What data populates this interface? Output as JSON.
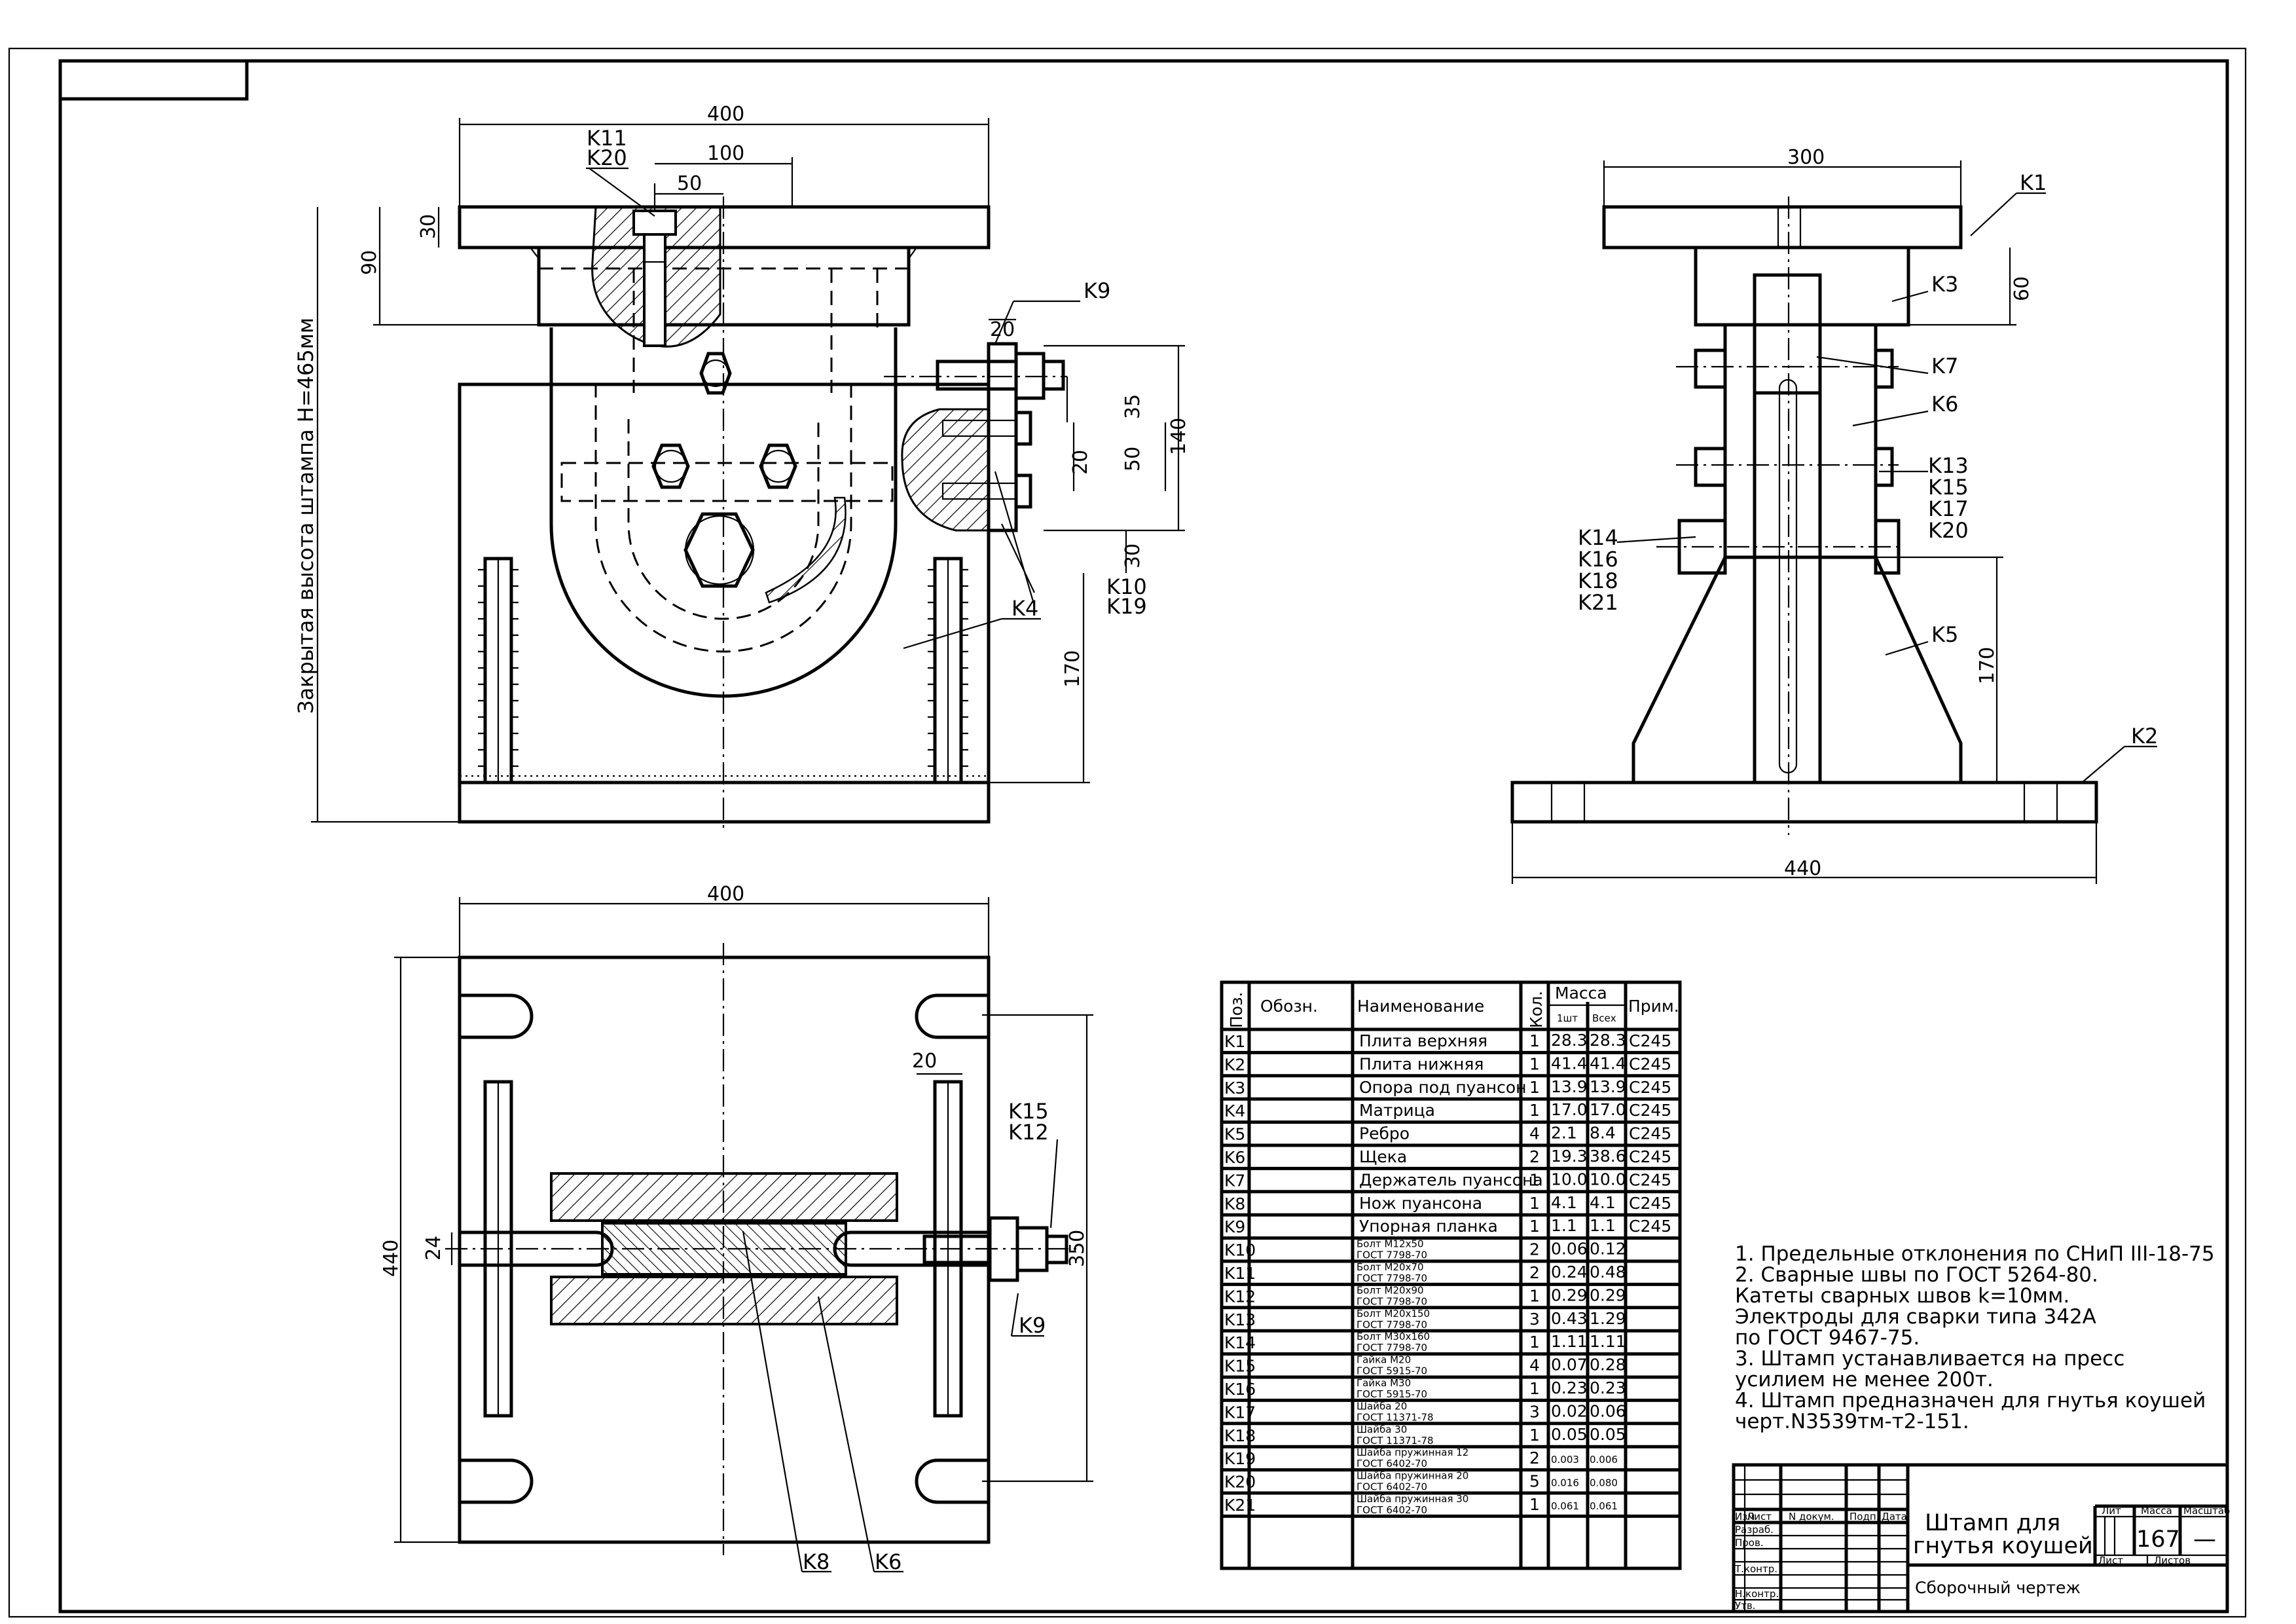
{
  "colors": {
    "line": "#000000",
    "paper": "#ffffff"
  },
  "front_view": {
    "dims": [
      "400",
      "100",
      "50",
      "30",
      "90",
      "20",
      "35",
      "20",
      "50",
      "140",
      "30",
      "170"
    ],
    "vertical_note": "Закрытая высота штампа H=465мм",
    "labels": [
      "K11",
      "K20",
      "K9",
      "K10",
      "K19",
      "K4"
    ]
  },
  "side_view": {
    "dims": [
      "300",
      "60",
      "170",
      "440"
    ],
    "labels": [
      "K1",
      "K3",
      "K7",
      "K6",
      "K13",
      "K15",
      "K17",
      "K20",
      "K14",
      "K16",
      "K18",
      "K21",
      "K5",
      "K2"
    ]
  },
  "plan_view": {
    "dims": [
      "400",
      "440",
      "20",
      "24",
      "350"
    ],
    "labels": [
      "K15",
      "K12",
      "K9",
      "K8",
      "K6"
    ]
  },
  "bom": {
    "headers": {
      "pos": "Поз.",
      "designation": "Обозн.",
      "name": "Наименование",
      "qty": "Кол.",
      "mass": "Масса",
      "mass_unit": "1шт",
      "mass_total": "Всех",
      "note": "Прим."
    },
    "rows": [
      {
        "pos": "K1",
        "name": "Плита верхняя",
        "qty": "1",
        "m1": "28.3",
        "mt": "28.3",
        "note": "C245"
      },
      {
        "pos": "K2",
        "name": "Плита нижняя",
        "qty": "1",
        "m1": "41.4",
        "mt": "41.4",
        "note": "C245"
      },
      {
        "pos": "K3",
        "name": "Опора под пуансон",
        "qty": "1",
        "m1": "13.9",
        "mt": "13.9",
        "note": "C245"
      },
      {
        "pos": "K4",
        "name": "Матрица",
        "qty": "1",
        "m1": "17.0",
        "mt": "17.0",
        "note": "C245"
      },
      {
        "pos": "K5",
        "name": "Ребро",
        "qty": "4",
        "m1": "2.1",
        "mt": "8.4",
        "note": "C245"
      },
      {
        "pos": "K6",
        "name": "Щека",
        "qty": "2",
        "m1": "19.3",
        "mt": "38.6",
        "note": "C245"
      },
      {
        "pos": "K7",
        "name": "Держатель пуансона",
        "qty": "1",
        "m1": "10.0",
        "mt": "10.0",
        "note": "C245"
      },
      {
        "pos": "K8",
        "name": "Нож пуансона",
        "qty": "1",
        "m1": "4.1",
        "mt": "4.1",
        "note": "C245"
      },
      {
        "pos": "K9",
        "name": "Упорная планка",
        "qty": "1",
        "m1": "1.1",
        "mt": "1.1",
        "note": "C245"
      },
      {
        "pos": "K10",
        "name": "Болт M12x50",
        "name2": "ГОСТ 7798-70",
        "qty": "2",
        "m1": "0.06",
        "mt": "0.12",
        "note": ""
      },
      {
        "pos": "K11",
        "name": "Болт M20x70",
        "name2": "ГОСТ 7798-70",
        "qty": "2",
        "m1": "0.24",
        "mt": "0.48",
        "note": ""
      },
      {
        "pos": "K12",
        "name": "Болт M20x90",
        "name2": "ГОСТ 7798-70",
        "qty": "1",
        "m1": "0.29",
        "mt": "0.29",
        "note": ""
      },
      {
        "pos": "K13",
        "name": "Болт M20x150",
        "name2": "ГОСТ 7798-70",
        "qty": "3",
        "m1": "0.43",
        "mt": "1.29",
        "note": ""
      },
      {
        "pos": "K14",
        "name": "Болт M30x160",
        "name2": "ГОСТ 7798-70",
        "qty": "1",
        "m1": "1.11",
        "mt": "1.11",
        "note": ""
      },
      {
        "pos": "K15",
        "name": "Гайка M20",
        "name2": "ГОСТ 5915-70",
        "qty": "4",
        "m1": "0.07",
        "mt": "0.28",
        "note": ""
      },
      {
        "pos": "K16",
        "name": "Гайка M30",
        "name2": "ГОСТ 5915-70",
        "qty": "1",
        "m1": "0.23",
        "mt": "0.23",
        "note": ""
      },
      {
        "pos": "K17",
        "name": "Шайба 20",
        "name2": "ГОСТ 11371-78",
        "qty": "3",
        "m1": "0.02",
        "mt": "0.06",
        "note": ""
      },
      {
        "pos": "K18",
        "name": "Шайба 30",
        "name2": "ГОСТ 11371-78",
        "qty": "1",
        "m1": "0.05",
        "mt": "0.05",
        "note": ""
      },
      {
        "pos": "K19",
        "name": "Шайба пружинная 12",
        "name2": "ГОСТ 6402-70",
        "qty": "2",
        "m1": "0.003",
        "mt": "0.006",
        "note": ""
      },
      {
        "pos": "K20",
        "name": "Шайба пружинная 20",
        "name2": "ГОСТ 6402-70",
        "qty": "5",
        "m1": "0.016",
        "mt": "0.080",
        "note": ""
      },
      {
        "pos": "K21",
        "name": "Шайба пружинная 30",
        "name2": "ГОСТ 6402-70",
        "qty": "1",
        "m1": "0.061",
        "mt": "0.061",
        "note": ""
      }
    ]
  },
  "notes": [
    "1. Предельные отклонения по СНиП III-18-75",
    "2. Сварные швы по  ГОСТ 5264-80.",
    "Катеты сварных швов k=10мм.",
    "Электроды для сварки типа 342А",
    "по  ГОСТ 9467-75.",
    "3. Штамп устанавливается на пресс",
    "усилием не менее 200т.",
    "4. Штамп предназначен для гнутья коушей",
    "черт.N3539тм-т2-151."
  ],
  "title_block": {
    "title_line1": "Штамп для",
    "title_line2": "гнутья коушей",
    "doc_type": "Сборочный чертеж",
    "mass_value": "167",
    "scale_value": "—",
    "col_headers": [
      "Лит",
      "Масса",
      "Масштаб"
    ],
    "sheet_labels": [
      "Лист",
      "Листов"
    ],
    "change_headers": [
      "Изм",
      "Лист",
      "N докум.",
      "Подп.",
      "Дата"
    ],
    "role_labels": [
      "Разраб.",
      "Пров.",
      "Т.контр.",
      "Н.контр.",
      "Утв."
    ]
  }
}
